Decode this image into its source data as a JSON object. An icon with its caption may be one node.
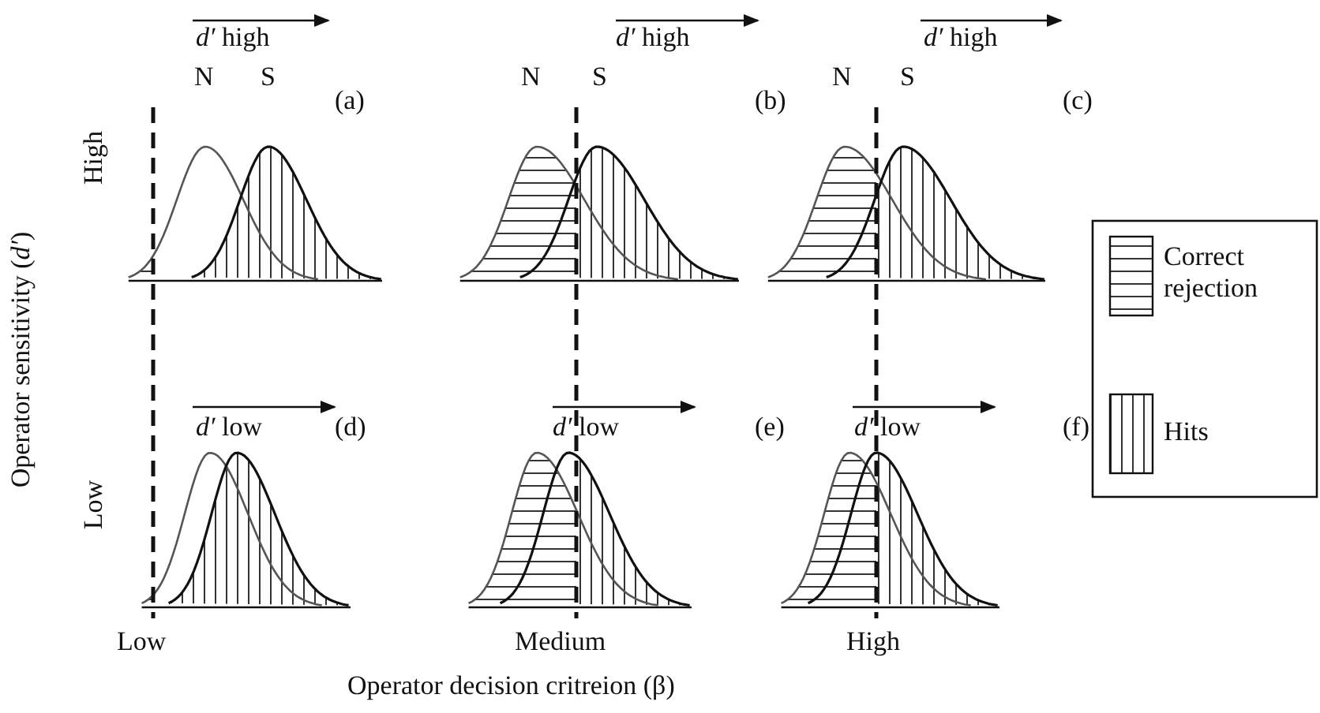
{
  "diagram": {
    "labels": [
      "*d′* high",
      "*d′* high",
      "*d′* high",
      "N",
      "S",
      "(a)",
      "N",
      "S",
      "(b)",
      "N",
      "S",
      "(c)",
      "High",
      "Operator sensitivity (*d′*)",
      "*d′* low",
      "(d)",
      "*d′* low",
      "(e)",
      "*d′* low",
      "(f)",
      "Low",
      "Low",
      "Medium",
      "High",
      "Operator decision critreion (β)"
    ],
    "legend": [
      {
        "text": "Correct rejection"
      },
      {
        "text": "Hits"
      }
    ]
  }
}
